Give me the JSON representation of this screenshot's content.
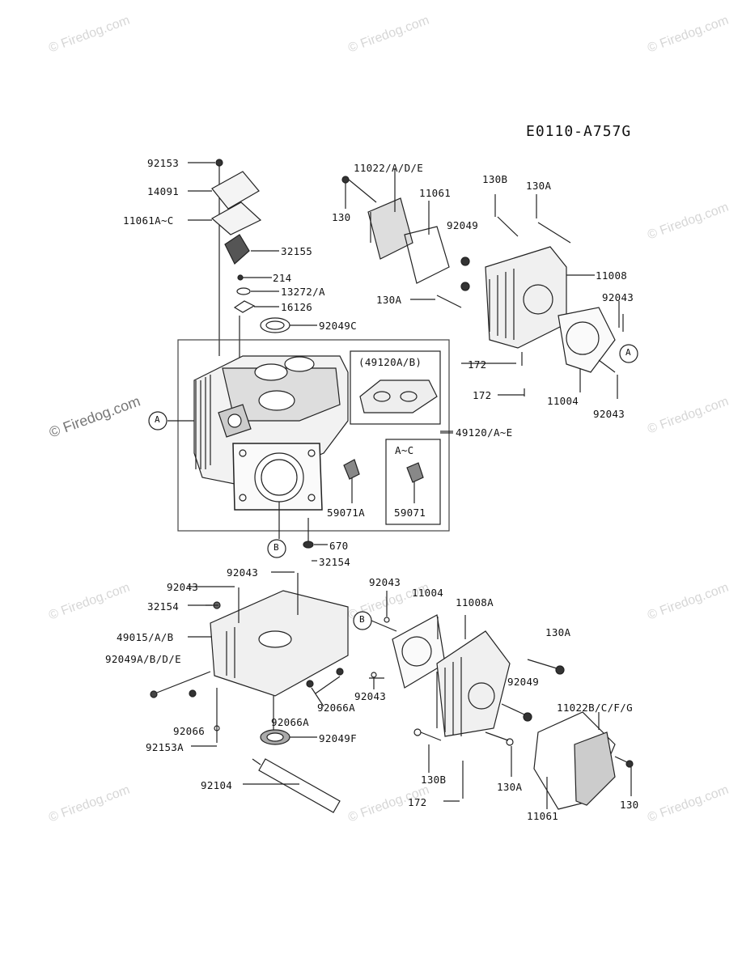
{
  "diagram_id": "E0110-A757G",
  "watermark": "© Firedog.com",
  "callouts": {
    "A": "A",
    "B": "B"
  },
  "labels": {
    "p92153": "92153",
    "p14091": "14091",
    "p11061AC": "11061A~C",
    "p32155": "32155",
    "p214": "214",
    "p13272": "13272/A",
    "p16126": "16126",
    "p92049C": "92049C",
    "p11022ADE": "11022/A/D/E",
    "p11061_top": "11061",
    "p130_top": "130",
    "p130B_top": "130B",
    "p130A_top": "130A",
    "p92049_top": "92049",
    "p11008": "11008",
    "p130A_left": "130A",
    "p92043_tr": "92043",
    "p172_a": "172",
    "p172_b": "172",
    "p11004_top": "11004",
    "p92043_tr2": "92043",
    "p49120AB": "(49120A/B)",
    "p49120AE": "49120/A~E",
    "pAC": "A~C",
    "p59071A": "59071A",
    "p59071": "59071",
    "p670": "670",
    "p32154_top": "32154",
    "p92043_mid": "92043",
    "p92043_left": "92043",
    "p32154_left": "32154",
    "p49015": "49015/A/B",
    "p92049ABDE": "92049A/B/D/E",
    "p92066": "92066",
    "p92153A": "92153A",
    "p92066A_a": "92066A",
    "p92066A_b": "92066A",
    "p92049F": "92049F",
    "p92104": "92104",
    "p92043_low": "92043",
    "p11004_low": "11004",
    "p11008A": "11008A",
    "p130A_low": "130A",
    "p92049_low": "92049",
    "p92043_low2": "92043",
    "p11022BCFG": "11022B/C/F/G",
    "p130B_low": "130B",
    "p172_low": "172",
    "p130A_low2": "130A",
    "p11061_low": "11061",
    "p130_low": "130"
  }
}
